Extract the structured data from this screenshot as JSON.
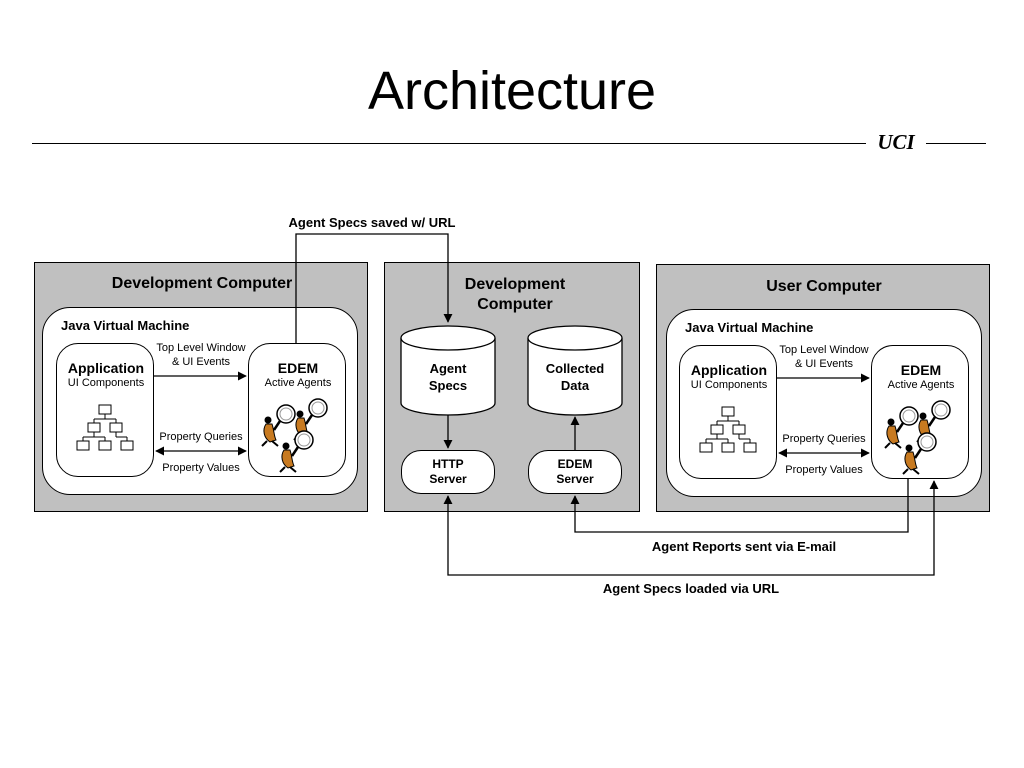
{
  "title": "Architecture",
  "header": {
    "org": "UCI"
  },
  "left_panel": {
    "title": "Development Computer",
    "jvm_label": "Java Virtual Machine",
    "application": {
      "title": "Application",
      "subtitle": "UI Components"
    },
    "edem": {
      "title": "EDEM",
      "subtitle": "Active Agents"
    },
    "top_events_label": [
      "Top Level Window",
      "& UI Events"
    ],
    "property_queries": "Property Queries",
    "property_values": "Property Values"
  },
  "middle_panel": {
    "title": [
      "Development",
      "Computer"
    ],
    "agent_specs_db": [
      "Agent",
      "Specs"
    ],
    "collected_data_db": [
      "Collected",
      "Data"
    ],
    "http_server": [
      "HTTP",
      "Server"
    ],
    "edem_server": [
      "EDEM",
      "Server"
    ]
  },
  "right_panel": {
    "title": "User Computer",
    "jvm_label": "Java Virtual Machine",
    "application": {
      "title": "Application",
      "subtitle": "UI Components"
    },
    "edem": {
      "title": "EDEM",
      "subtitle": "Active Agents"
    },
    "top_events_label": [
      "Top Level Window",
      "& UI Events"
    ],
    "property_queries": "Property Queries",
    "property_values": "Property Values"
  },
  "flows": {
    "saved": "Agent Specs saved w/ URL",
    "reports": "Agent Reports sent via E-mail",
    "loaded": "Agent Specs loaded via URL"
  }
}
